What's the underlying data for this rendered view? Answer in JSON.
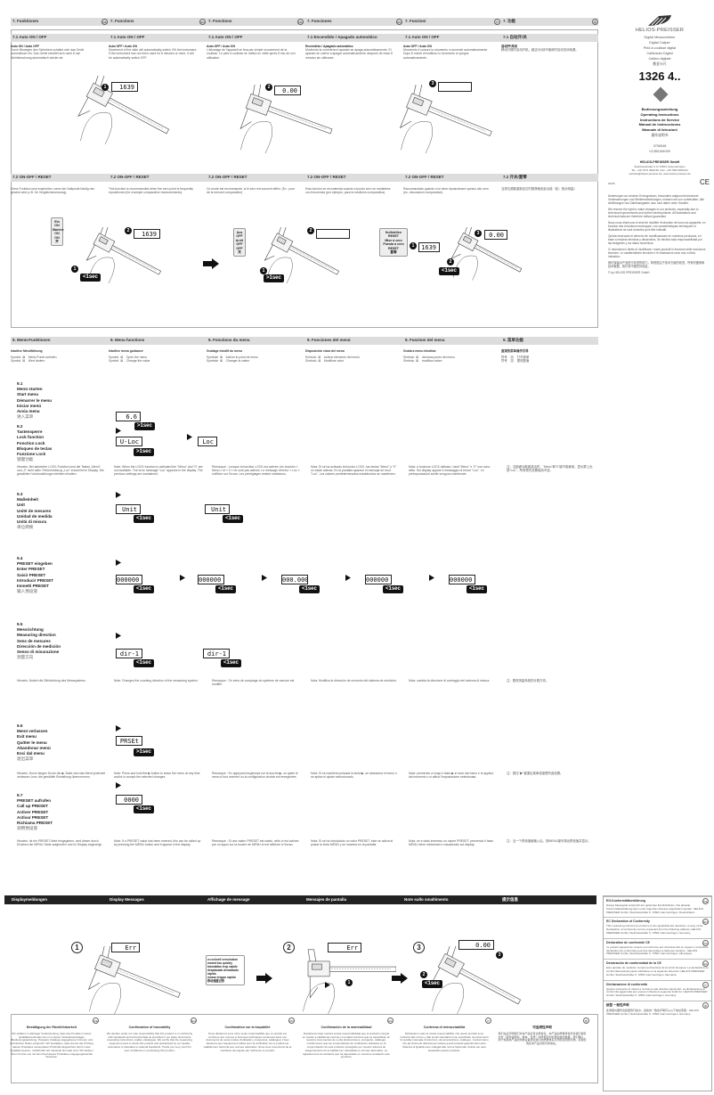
{
  "functions": {
    "headers": [
      "7. Funktionen",
      "7. Functions",
      "7. Fonctions",
      "7. Funciones",
      "7. Funzioni",
      "7. 功能"
    ],
    "langs": [
      "DE",
      "EN",
      "FR",
      "ES",
      "IT",
      "中"
    ],
    "s71": {
      "titles": [
        "7.1  Auto ON / OFF",
        "7.1  Auto ON / OFF",
        "7.1  Auto ON / OFF",
        "7.1  Encendido / Apagado automático",
        "7.1  Auto ON / OFF",
        "7.1  自动开/关"
      ],
      "sub": [
        "Auto ON / Auto OFF",
        "Auto OFF / Auto ON",
        "Auto OFF / Auto ON",
        "Encendido / Apagado automático",
        "Auto OFF / Auto ON",
        "自动开/关闭"
      ],
      "texts": [
        "Durch Bewegen des Schiebers schaltet sich das Gerät automatisch ein. Das Gerät schaltet sich nach 8 min Nichtbenutzung automatisch wieder ab.",
        "Movement of the slide will automatically switch ON the instrument. If the instrument has not been used for 8 minutes or more, it will be automatically switch OFF.",
        "L'allumage de l'appareil se fera par simple mouvement de la coulisse. Le pied à coulisse se mettra en veille après 8 min de non utilisation.",
        "Moviendo la corredera el aparato se apaga automáticamente. El aparato se vuelve a apagar automáticamente después de estar 8 minutos sin utilizarse.",
        "Muovendo il cursore lo strumento si accende automaticamente. Dopo 8 minuti di inutilizzo lo strumento si spegne automaticamente.",
        "移动尺框时自动开机。超过8分钟不使用时自动关闭电源。"
      ]
    },
    "s72": {
      "titles": [
        "7.2  ON-OFF / RESET",
        "7.2  ON-OFF / RESET",
        "7.2  ON-OFF / RESET",
        "7.2  ON-OFF / RESET",
        "7.2  ON-OFF / RESET",
        "7.2  开关/置零"
      ],
      "texts": [
        "Diese Funktion wird empfohlen, wenn der Nullpunkt häufig neu gesetzt wird (z.B. für Vergleichsmessung).",
        "This function is recommended when the zero point is frequently repositioned (for example comparative measurements).",
        "Ce mode est recommandé, si le zéro est souvent défini. (Ex : pour de la mesure comparative)",
        "Esta función se recomienda cuando el punto cero se restablece con frecuencia (por ejemplo, para la medición comparativa).",
        "Raccomandato quando si si deve riposizionare spesso allo zero (es. misurazioni comparative).",
        "当零位频繁重新定位时推荐使用此功能（如：相对测量）"
      ]
    },
    "illus": {
      "lcd_1639": "1639",
      "lcd_000": "0.00",
      "n1": "1",
      "n2": "2",
      "n3": "3",
      "lt1sec": "<1sec",
      "gt1sec": ">1sec",
      "on_box": "Ein\nON\nMarche\nON\nON\n开",
      "off_box": "Aus\nOFF\nArrêt\nOFF\nOFF\n关",
      "reset_box": "Nullstellen\nRESET\nMise à zero\nPuesta a cero\nRESET\n置零"
    }
  },
  "right": {
    "brand": "HELIOS-PREISSER",
    "products": [
      "Digital Messschieber",
      "Digital Caliper",
      "Pied à coulisse digital",
      "Calibrador Digital",
      "Calibro digitale",
      "数显卡尺"
    ],
    "model": "1326 4..",
    "manuals": [
      "Bedienungsanleitung",
      "Operating Instructions",
      "Instructions de Service",
      "Manual de instrucciones",
      "Manuale di Istruzioni"
    ],
    "manual_cn": "操作说明书",
    "codes": [
      "3700548",
      "V1350184009"
    ],
    "company": "HELIOS-PREISSER GmbH",
    "address": [
      "Steinbeisstraße 6, D-72501 Gammertingen",
      "Tel.: +49 7574 4000-60, Fax: +49 7003 4000-91",
      "verkrieb@helios-preisser.de, www.helios-preisser.de"
    ],
    "date": "03/05",
    "ce": "CE",
    "notices": [
      "Änderungen an unseren Erzeugnissen, besonders aufgrund technischer Verbesserungen und Weiterentwicklungen, müssen wir uns vorbehalten. Alle Abbildungen und Zahlenangaben usw. sind daher ohne Gewähr.",
      "We reserve the right to make changes to our products, especially due to technical improvements and further developments. All illustrations and technical data are therefore without guarantee.",
      "Nous nous réservons le droit de modifier l'exécution de tous nos appareils, en fonction des évolutions techniques. Les caractéristiques techniques et illustrations ne sont données qu'à titre indicatif.",
      "Queda reservado el derecho de modificaciones en nuestros productos, en base a mejoras técnicas y desarrollos. Se declina toda responsabilidad por las imágenes y los datos numéricos.",
      "Ci riserviamo il diritto di modificare i nostri prodotti in funzione delle evoluzioni tecniche. Le caratteristiche tecniche e le illustrazioni sono solo a titolo indicativo.",
      "我们保留对产品进行改进的权力，特别是由于技术方面的改进，所有的图例和技术数据，我们将不做任何保证。"
    ],
    "copyright": "© by HELIOS-PREISSER GmbH"
  },
  "menu": {
    "headers": [
      "9.  Menü-Funktionen",
      "9.  Menu functions",
      "9.  Fonctions du menu",
      "9.  Funciones del menú",
      "9.  Funzioni del menu",
      "9.  菜单功能"
    ],
    "intro": [
      {
        "t": "Intuitive Menüführung",
        "s1": "Symbol  ⊠    Menü-Punkt aufrufen",
        "s2": "Symbol  ⊠    Wert ändern"
      },
      {
        "t": "Intuitive menu guidance",
        "s1": "Symbol  ⊠    Open the menu",
        "s2": "Symbol  ⊠    Change the value"
      },
      {
        "t": "Guidage intuitif du menu",
        "s1": "Symbole  ⊠    Activer le point de menu",
        "s2": "Symbole  ⊠    Changer la valeur"
      },
      {
        "t": "Disposición clara del menú",
        "s1": "Símbolo  ⊠    Activar elemento del menú",
        "s2": "Símbolo  ⊠    Modificar valor"
      },
      {
        "t": "Guida a menu intuitiva",
        "s1": "Simbolo  ⊠    richiama punto del menu",
        "s2": "Simbolo  ⊠    modifica valore"
      },
      {
        "t": "直观的菜单操作引导",
        "s1": "符号    ⊠    打开菜单",
        "s2": "符号    ⊠    更改数值"
      }
    ],
    "items": [
      {
        "num": "9.1",
        "labels": [
          "Menü starten",
          "Start menu",
          "Démarrer le menu",
          "Iniciar menú",
          "Avvia menu"
        ],
        "cn": "进入菜单",
        "notes": []
      },
      {
        "num": "9.2",
        "labels": [
          "Tastensperre",
          "Lock function",
          "Fonction Lock",
          "Bloqueo de teclas",
          "Funzione Lock"
        ],
        "cn": "锁键功能",
        "notes": [
          "Hinweis: Bei aktivierter LOCK-Funktion sind die Tasten „Menü\" und „0\" nicht aktiv. Fehlermeldung „Loc\" erscheint im Display. Die gewählten Voreinstellungen bleiben erhalten.",
          "Note: When the LOCK function is activated the \"Menu\" and \"0\" are not available. The error message \"Loc\" appears in the display. The previous settings are maintained.",
          "Remarque : Lorsque la fonction LOCK est activée, les touches « Menu » et « 0 » ne sont pas actives. Le message d'erreur « Loc » s'affiche sur l'écran. Les préréglages restent maintenus.",
          "Nota: Si se ha activado la función LOCK, las teclas \"Menú\" y \"0\" no están activas. En la pantalla aparece el mensaje de error \"Loc\". Los valores predeterminados establecidos se mantienen.",
          "Nota: a funzione LOCK attivata, i tasti \"Menu\" e \"0\" non sono attivi. Sul display appare il messaggio di errore \"Loc\". Le preimpostazioni scelte vengono mantenute.",
          "注：当锁键功能被激活时，\"Menu\"和\"0\"键不能使用，显示屏上出现\"Loc\"，所有预先设置保持不变。"
        ]
      },
      {
        "num": "9.3",
        "labels": [
          "Maßeinheit",
          "Unit",
          "Unité de mesures",
          "Unidad de medida",
          "Unità di misura"
        ],
        "cn": "单位转换",
        "notes": []
      },
      {
        "num": "9.4",
        "labels": [
          "PRESET eingeben",
          "Enter PRESET",
          "Saisir PRESET",
          "Introducir PRESET",
          "Immetti PRESET"
        ],
        "cn": "输入预设值",
        "notes": []
      },
      {
        "num": "9.5",
        "labels": [
          "Messrichtung",
          "Measuring direction",
          "Sens de mesures",
          "Dirección de medición",
          "Senso di misurazione"
        ],
        "cn": "测量方向",
        "notes": [
          "Hinweis: Ändert die Zählrichtung des Messsystems.",
          "Note: Changes the counting direction of the measuring system.",
          "Remarque : Ce sens de comptage du système de mesure est modifié.",
          "Nota: Modifica la dirección de recuento del sistema de medición.",
          "Nota: cambia la direzione di conteggio del sistema di misura.",
          "注：更改测量系统的计数方向。"
        ]
      },
      {
        "num": "9.6",
        "labels": [
          "Menü verlassen",
          "Exit menu",
          "Quitter le menu",
          "Abandonar menú",
          "Esci dal menu"
        ],
        "cn": "退出菜单",
        "notes": [
          "Hinweis: Durch langen Druck der ▶-Taste wird das Menü jederzeit verlassen, bzw. die gewählte Einstellung übernommen.",
          "Note: Press and hold the ▶ button to leave the menu at any time and/or to accept the selected changes.",
          "Remarque : En appuyant longtemps sur la touche ▶, on quitte le menu à tout moment ou la configuration choisie est enregistrée.",
          "Nota: Si se mantiene pulsada la tecla ▶, se abandona el menú o se aplica el ajuste seleccionado.",
          "Nota: premendo a lungo il tasto ▶ si esce dal menu e si applica dal momento o si attiva l'impostazione selezionata.",
          "注：按住\"▶\"键退出菜单或接受所选设置。"
        ]
      },
      {
        "num": "9.7",
        "labels": [
          "PRESET aufrufen",
          "Call up PRESET",
          "Activer PRESET",
          "Activar PRESET",
          "Richiama PRESET"
        ],
        "cn": "调用预设值",
        "notes": [
          "Hinweis: Ist ein PRESET-Wert eingegeben, wird dieser durch Drücken der MENU-Taste aufgerufen und im Display angezeigt.",
          "Note: If a PRESET value has been entered, this can be called up by pressing the MENU button and it appear in the display.",
          "Remarque : Si une valeur PRESET est saisie, celle-ci est activée par un appui sur la touche de MENU et est affichée à l'écran.",
          "Nota: Si se ha introducido un valor PRESET, éste se activa al pulsar la tecla MENÚ y se muestra en la pantalla.",
          "Nota: se è stato immesso un valore PRESET, premendo il tasto MENU viene richiamato e visualizzato sul display.",
          "注：当一个预设值被输入后，按MENU键可调出预设值并显示。"
        ]
      }
    ],
    "lcd": {
      "m1": "6.6",
      "lock1": "U-Loc",
      "lock2": "Loc",
      "unit1": "Unit",
      "unit2": "Unit",
      "p1": "000000",
      "p2": "000000",
      "p3": "000.000",
      "p4": "000000",
      "p5": "000000",
      "dir1": "dir-1",
      "dir2": "dir-1",
      "exit": "PRSEt",
      "call": "0000"
    }
  },
  "display_messages": {
    "headers": [
      "Displaymeldungen",
      "Display Messages",
      "Affichage de message",
      "Mensajes de pantalla",
      "Note sullo smaltimento",
      "提示信息"
    ],
    "err": "Err",
    "zero": "0.00",
    "steps": [
      "1",
      "2",
      "3"
    ],
    "box": "zu schnell verschoben\nmoved too quickly\ntranslation trop rapide\ndesplazado demasiado rápido\nmosso troppo rapido\n移动速度过快",
    "lt1sec": "<1sec",
    "n1": "1",
    "n2": "2",
    "n3": "3"
  },
  "confirmation": [
    {
      "lang": "DE",
      "title": "Bestätigung der Rückführbarkeit",
      "text": "Wir erklären in alleiniger Verantwortung, dass das Produkt in seiner Qualitätsmerkmalen den in unseren Verkaufsunterlagen (Bedienungsanleitung, Prospekt, Katalog) angegebenen Normen und technischen Daten entspricht. Wir bestätigen, dass die bei der Prüfung dieses Produktes verwendeten Prüfmittel abgesichert durch unser Qualitäts-System, rückführbar auf nationale Normale sind. Wir danken Ihnen für das uns mit dem Kauf dieses Produktes entgegengebrachte Vertrauen."
    },
    {
      "lang": "EN",
      "title": "Confirmation of traceability",
      "text": "We declare under our sole responsibility that this product is in conformity with standards and technical data as specified in our sales documents (operating instructions, leaflet, catalogue). We certify that the measuring equipment used to check this product and guaranteed by our Quality Assurance is traceable to national standards. Thank you very much for your confidence in purchasing this product."
    },
    {
      "lang": "FR",
      "title": "Confirmation sur la traçabilité",
      "text": "Nous déclarons sous notre seule responsabilité que ce produit est conforme aux normes et données techniques contenues dans nos documents de vente (notice d'utilisation, prospectus, catalogue). Nous attestons que l'équipement utilisé pour la vérification de ce produit est valablement raccordé aux normes nationales. Nous vous remercions de la confiance témoignée par l'achat de ce produit."
    },
    {
      "lang": "ES",
      "title": "Confirmación de la rastreabilidad",
      "text": "Declaramos bajo nuestra propia responsabilidad que el producto cumple en cuanto a calidad las normas y los datos técnicos que se especifican en nuestros documentos de venta (instrucciones, prospecto, catálogo). Confirmamos que los comprobantes de verificación utilizados en la comprobación de este producto protegidos por nuestro sistema de aseguramiento de la calidad son rastreables a normas nacionales. Le agradecemos la confianza que ha depositado en nosotros al adquirir este producto."
    },
    {
      "lang": "IT",
      "title": "Conferma di rintracciabilità",
      "text": "Dichiariamo sotto la nostra responsabilità, che questi prodotti sono conformi alle norme e dati tecnici standard come specificato nei documenti di vendita (manuale di istruzioni, documentazione, catalogo). Confermiamo che gli strumenti utilizzati per testare questi prodotti garantiti dal nostro Sistema di Qualità sono collegati alle norme Nazionali. Grazie per aver acquistato questo prodotto."
    },
    {
      "lang": "中",
      "title": "可追溯性声明",
      "text": "我们在此声明我们对本产品负有全部责任，本产品的质量特性符合我们销售文件（使用说明书、样本、目录）中所规定的标准和技术数据。我们确认，用于检验本产品的测量设备通过我们的质量体系可溯源至国家标准。感谢您购买本产品对我们的信任。"
    }
  ],
  "ec": [
    {
      "lang": "DE",
      "title": "EG-Konformitätserklärung",
      "text": "Dieses Messgerät entspricht der geltenden EU-Richtlinien. Die aktuelle Konformitätserklärung kann unter folgender Adresse angefordert werden: HELIOS PREISSER GmbH, Steinbeisstraße 6, 72501 Gammertingen, Deutschland."
    },
    {
      "lang": "EN",
      "title": "EC Declaration of Conformity",
      "text": "This measuring instrument conforms to the applicable EU directives. A copy of the Declaration of Conformity can be requested from the following address: HELIOS PREISSER GmbH, Steinbeisstraße 6, 72501 Gammertingen, Germany."
    },
    {
      "lang": "FR",
      "title": "Déclaration de conformité CE",
      "text": "Le présent appareil de mesure est conforme aux directives EU en vigueur. La dernière déclaration de conformité peut être demandée à l'adresse suivante : HELIOS PREISSER GmbH, Steinbeisstraße 6, 72501 Gammertingen, Allemagne."
    },
    {
      "lang": "ES",
      "title": "Declaración de conformidad de la CE",
      "text": "Este aparato de medición cumple la directivas de la Unión Europea. La declaración de conformidad actual puede solicitarse en la siguiente dirección: HELIOS PREISSER GmbH, Steinbeisstraße 6, 72501 Gammertingen, Alemania."
    },
    {
      "lang": "IT",
      "title": "Dichiarazione di conformità",
      "text": "Questo strumento di misura è conforme alle direttive vigenti EU. La dichiarazione di conformità aggiornata può essere richiesta al seguente indirizzo: HELIOS PREISSER GmbH, Steinbeisstraße 6, 72501 Gammertingen, Germany."
    },
    {
      "lang": "中",
      "title": "欧盟 一致性声明",
      "text": "此测量仪器符合欧盟现行指令。最新的一致性声明可从以下地址索取：HELIOS PREISSER GmbH, Steinbeisstraße 6, 72501 Gammertingen, Germany."
    }
  ]
}
